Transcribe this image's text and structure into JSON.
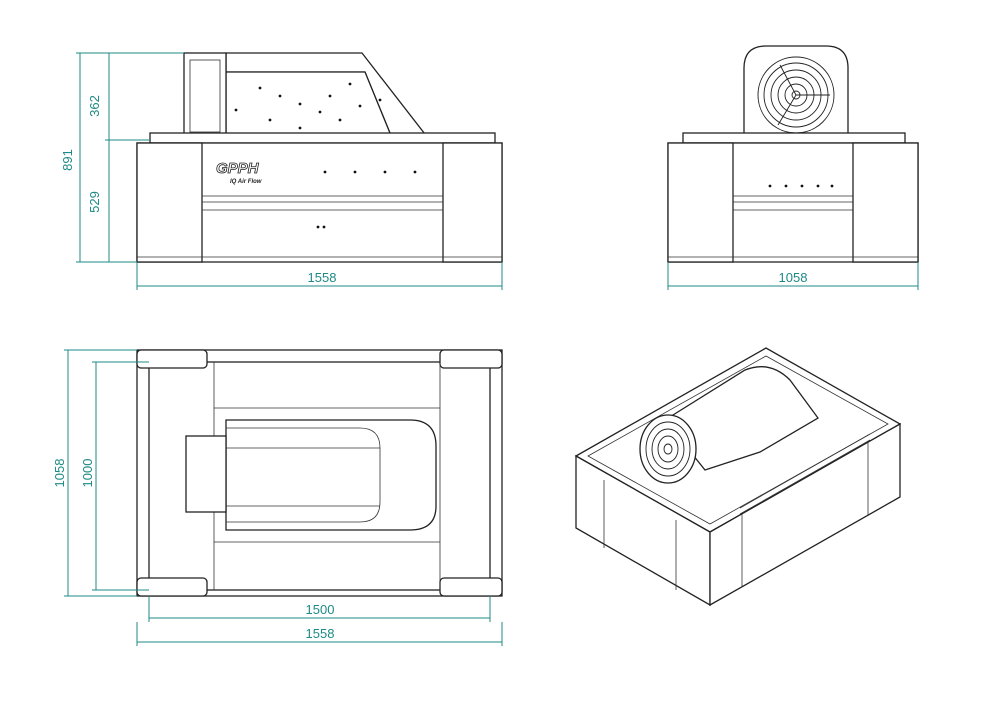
{
  "logo": {
    "brand": "GPPH",
    "tagline": "IQ Air Flow"
  },
  "dimensions": {
    "front_height_total": "891",
    "front_height_top": "362",
    "front_height_base": "529",
    "front_width": "1558",
    "side_width": "1058",
    "top_depth_outer": "1058",
    "top_depth_inner": "1000",
    "top_width_inner": "1500",
    "top_width_outer": "1558"
  },
  "colors": {
    "dimension": "#1e8a86",
    "line": "#222222",
    "background": "#ffffff"
  }
}
